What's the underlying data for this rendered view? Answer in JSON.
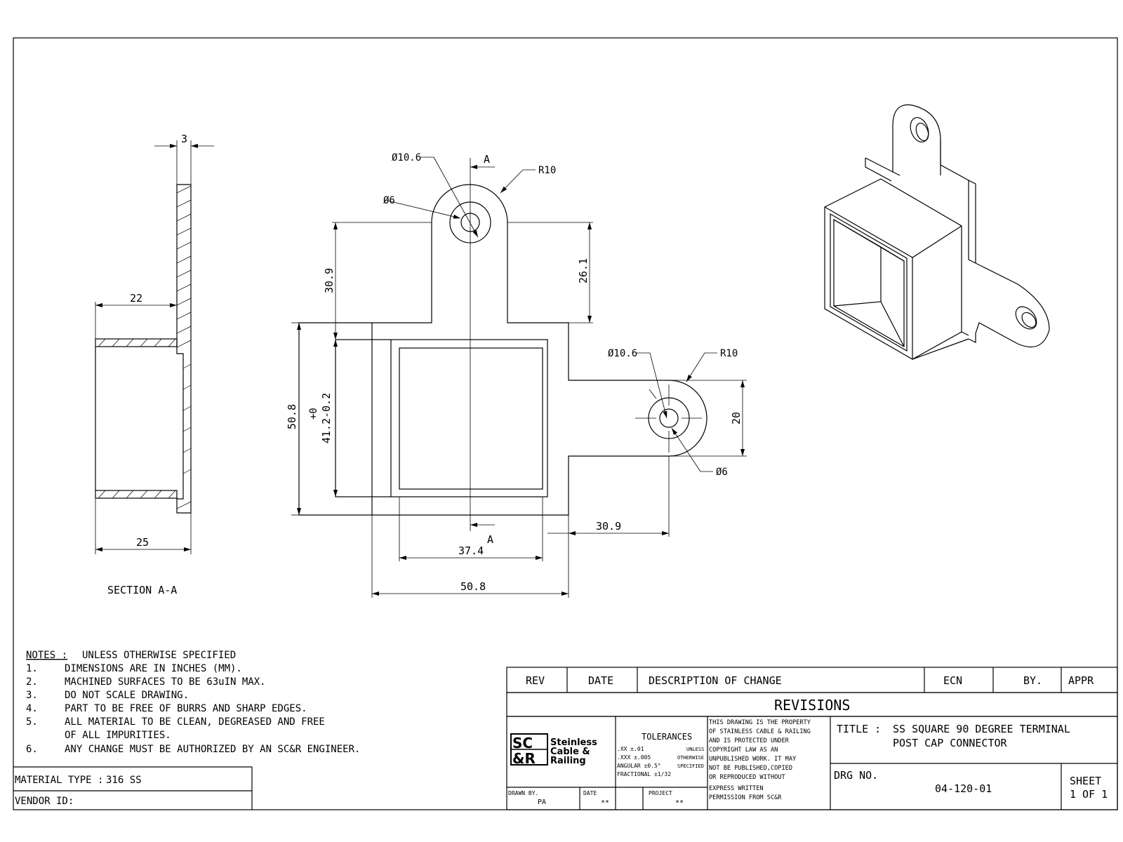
{
  "section": {
    "label": "SECTION A-A",
    "dims": {
      "wall": "3",
      "depth": "22",
      "overall": "25"
    }
  },
  "front_view": {
    "section_mark": "A",
    "dims": {
      "hole_dia_top": "Ø10.6",
      "hole_small_top": "Ø6",
      "radius_top": "R10",
      "tab_height_left": "30.9",
      "tab_height_right": "26.1",
      "overall_height": "50.8",
      "inner_tol_plus": "+0",
      "inner_tol": "41.2-0.2",
      "hole_dia_right": "Ø10.6",
      "radius_right": "R10",
      "tab_width_right": "20",
      "hole_small_right": "Ø6",
      "tab_offset_bottom": "30.9",
      "inner_width": "37.4",
      "overall_width": "50.8"
    }
  },
  "notes": {
    "header": "NOTES :",
    "subheader": "UNLESS OTHERWISE SPECIFIED",
    "items": [
      {
        "num": "1.",
        "text": "DIMENSIONS ARE IN INCHES (MM)."
      },
      {
        "num": "2.",
        "text": "MACHINED SURFACES TO BE 63uIN MAX."
      },
      {
        "num": "3.",
        "text": "DO NOT SCALE DRAWING."
      },
      {
        "num": "4.",
        "text": "PART TO BE FREE OF BURRS AND SHARP EDGES."
      },
      {
        "num": "5.",
        "text": "ALL MATERIAL TO BE CLEAN, DEGREASED AND FREE"
      },
      {
        "num": "",
        "text": "OF ALL IMPURITIES."
      },
      {
        "num": "6.",
        "text": "ANY CHANGE MUST BE AUTHORIZED BY AN SC&R ENGINEER."
      }
    ]
  },
  "material": {
    "label": "MATERIAL TYPE :",
    "value": "316 SS"
  },
  "vendor": {
    "label": "VENDOR ID:"
  },
  "revisions": {
    "headers": [
      "REV",
      "DATE",
      "DESCRIPTION OF CHANGE",
      "ECN",
      "BY.",
      "APPR"
    ],
    "title": "REVISIONS"
  },
  "company": {
    "logo_mark_1": "SC",
    "logo_mark_2": "&R",
    "name_line1": "Steinless",
    "name_line2": "Cable &",
    "name_line3": "Railing"
  },
  "tolerances": {
    "title": "TOLERANCES",
    "row1": ".XX ±.01",
    "row2": ".XXX ±.005",
    "row3": "ANGULAR   ±0.5°",
    "row4": "FRACTIONAL   ±1/32",
    "unless": "UNLESS",
    "otherwise": "OTHERWISE",
    "specified": "SPECIFIED"
  },
  "drawn_by": {
    "label": "DRAWN BY.",
    "value": "PA"
  },
  "date": {
    "label": "DATE",
    "value": "**"
  },
  "project": {
    "label": "PROJECT",
    "value": "**"
  },
  "property_notice": [
    "THIS DRAWING IS THE PROPERTY",
    "OF STAINLESS CABLE & RAILING",
    "AND IS PROTECTED UNDER",
    "COPYRIGHT LAW AS AN",
    "UNPUBLISHED WORK. IT MAY",
    "NOT BE PUBLISHED,COPIED",
    "OR REPRODUCED WITHOUT",
    "EXPRESS WRITTEN",
    "PERMISSION FROM SC&R"
  ],
  "title_block": {
    "title_label": "TITLE :",
    "title_line1": "SS SQUARE 90 DEGREE TERMINAL",
    "title_line2": "POST CAP CONNECTOR",
    "drg_label": "DRG NO.",
    "drg_value": "04-120-01",
    "sheet_label": "SHEET",
    "sheet_value": "1 OF 1"
  }
}
